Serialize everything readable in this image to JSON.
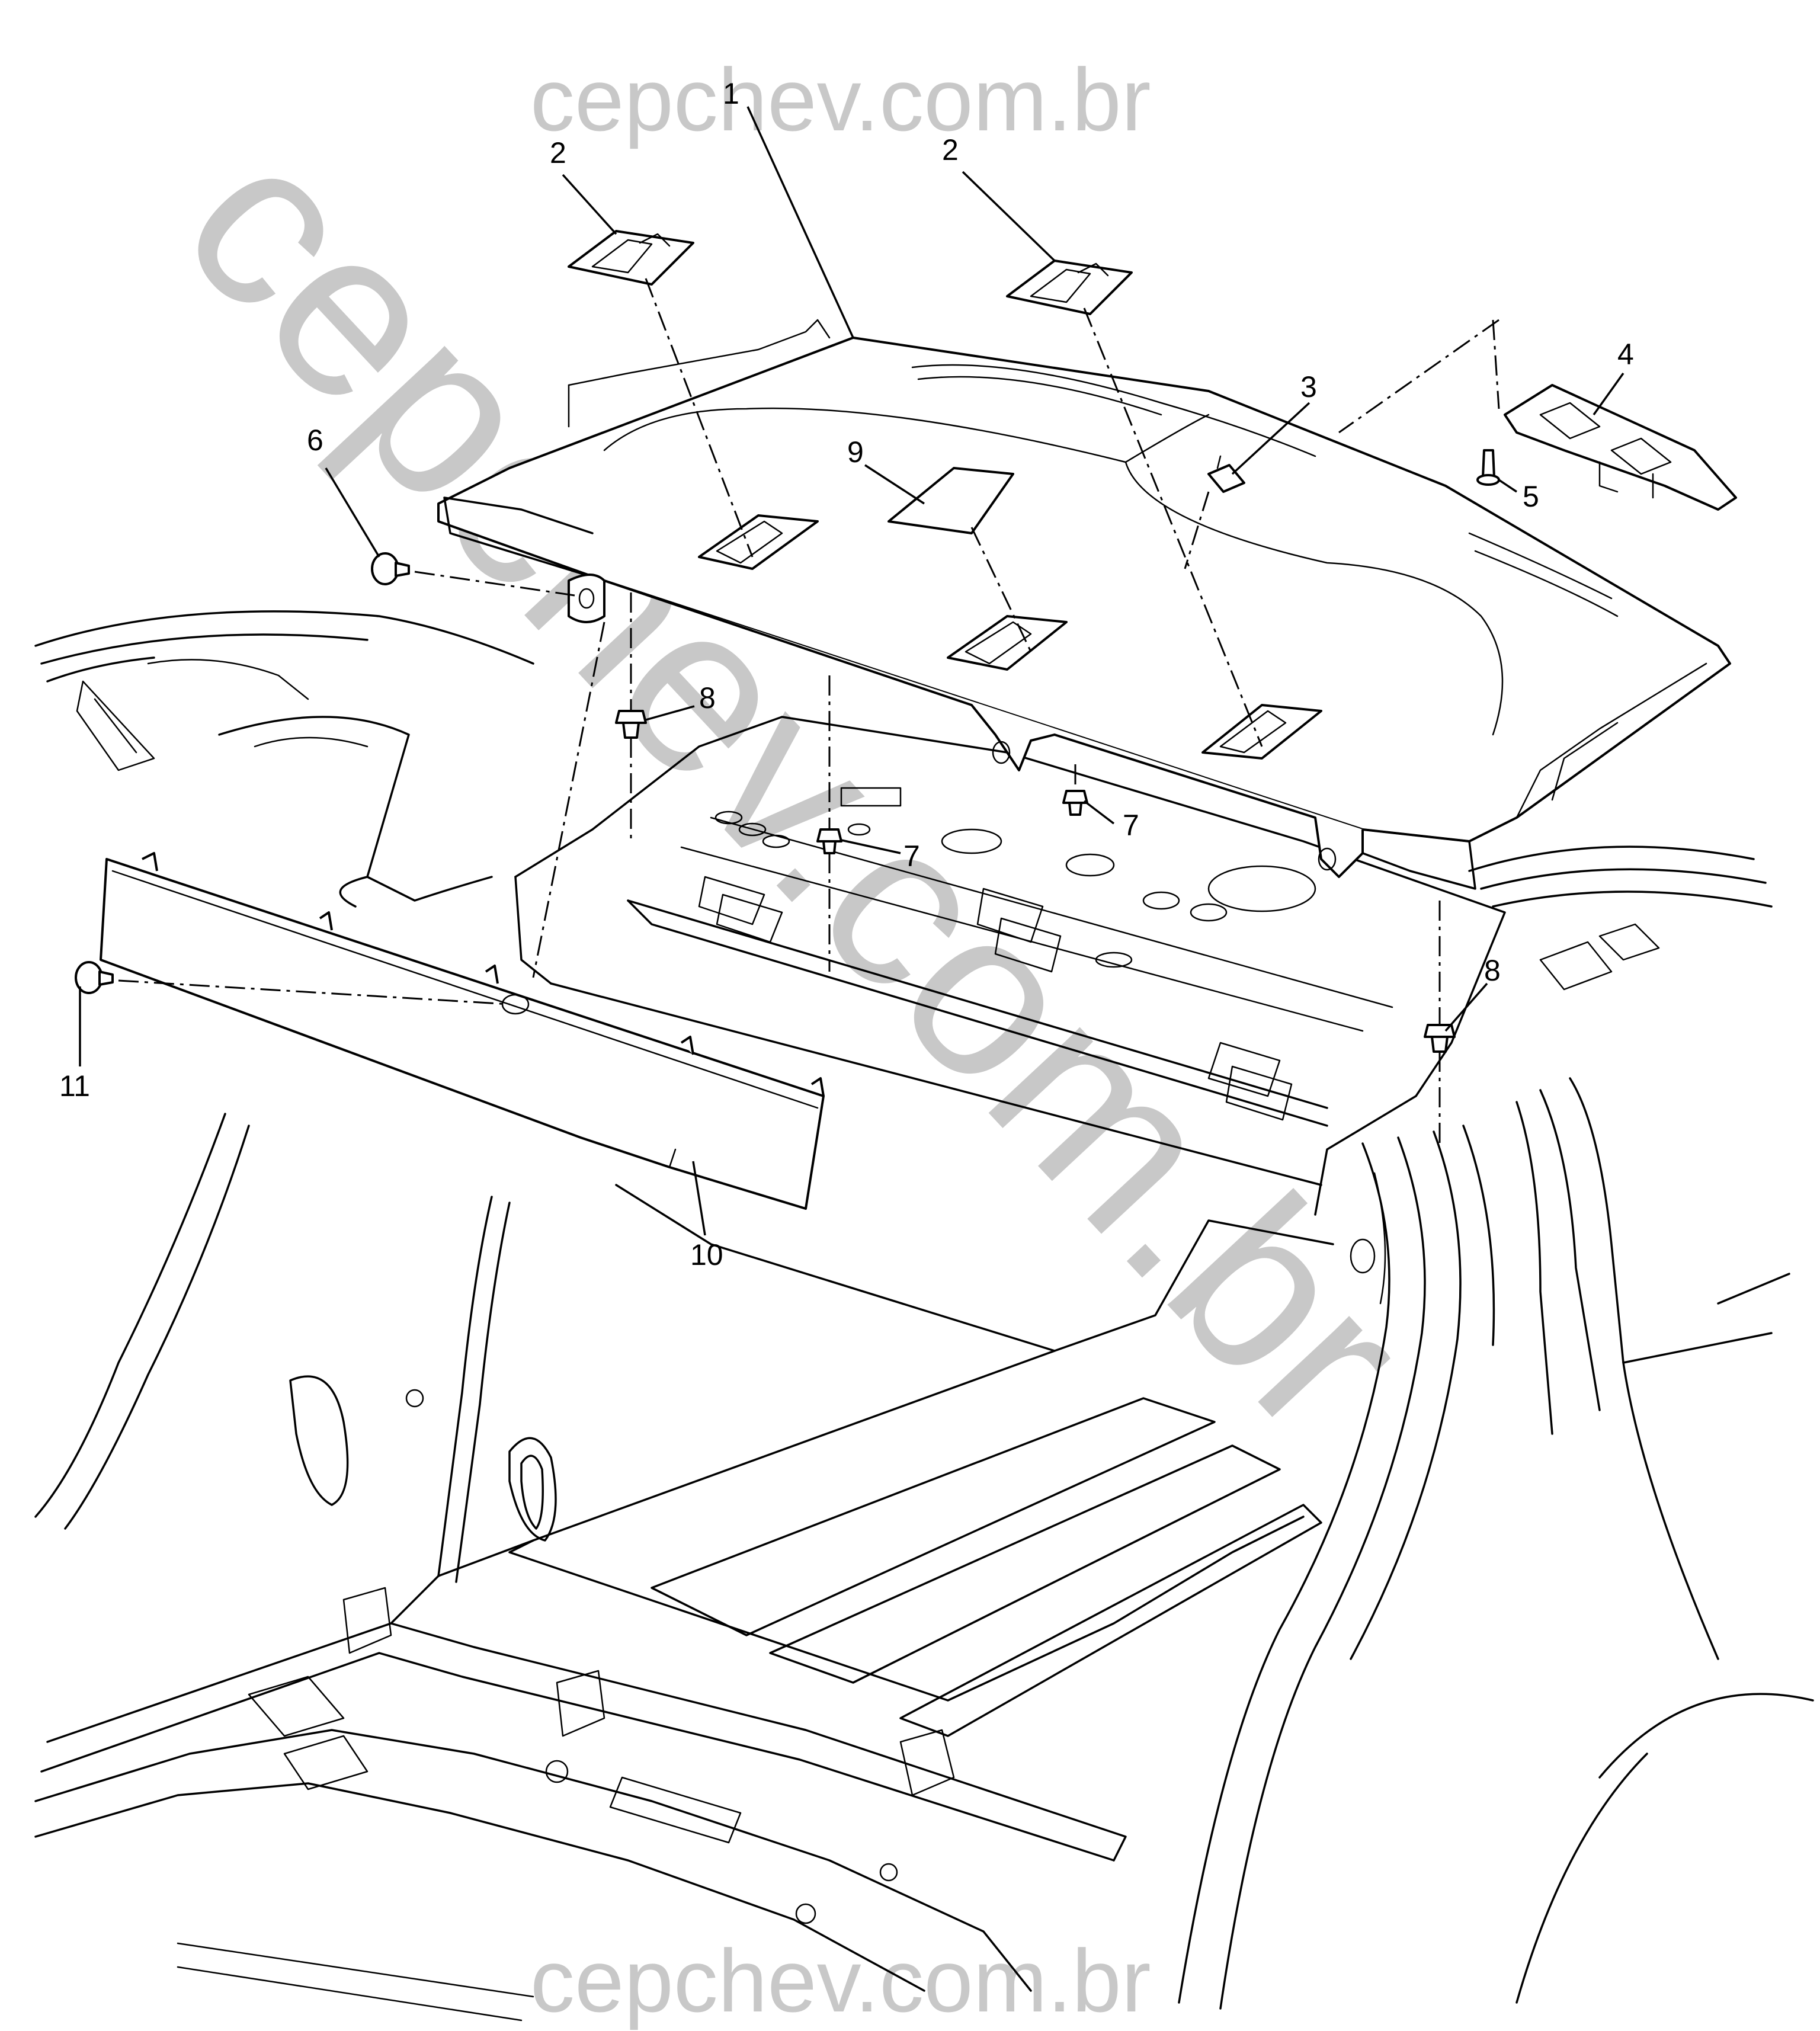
{
  "watermark": {
    "text": "cepchev.com.br",
    "color": "#c8c8c8"
  },
  "callouts": {
    "c1": "1",
    "c2a": "2",
    "c2b": "2",
    "c3": "3",
    "c4": "4",
    "c5": "5",
    "c6": "6",
    "c7a": "7",
    "c7b": "7",
    "c8a": "8",
    "c8b": "8",
    "c9": "9",
    "c10": "10",
    "c11": "11"
  }
}
